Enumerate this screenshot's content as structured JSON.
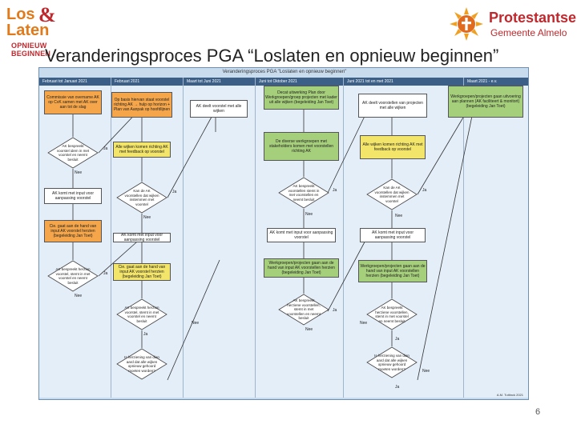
{
  "logo_left": {
    "word1": "Los",
    "amp": "&",
    "word2": "Laten",
    "tagline": "OPNIEUW BEGINNEN"
  },
  "logo_right": {
    "name": "Protestantse",
    "sub": "Gemeente Almelo"
  },
  "slide": {
    "title": "Veranderingsproces PGA “Loslaten en opnieuw beginnen”",
    "page_number": "6"
  },
  "diagram": {
    "header": "Veranderingsproces PGA \"Loslaten en opnieuw beginnen\"",
    "lanes": [
      {
        "label": "Februari tot Januari 2021"
      },
      {
        "label": "Februari 2021"
      },
      {
        "label": "Maart tot Juni 2021"
      },
      {
        "label": "Juni tot Oktober 2021"
      },
      {
        "label": "Juni 2021 tot en met 2021"
      },
      {
        "label": "Maart 2021 - e.v."
      }
    ],
    "nodes": {
      "l1_start": "Commissie van overname AK op CvK samen met AK over aan tot de slag",
      "l1_d1": "AK bespreekt voorstel idem in met voorstel en neemt besluit",
      "l1_b2": "AK komt met input voor aanpassing voorstel",
      "l1_b3": "Cie. gaat aan de hand van input AK voorstel herzien (begeleiding Jan Toet)",
      "l1_d2": "AK bespreekt herzien voorstel, stemt in met voorstel en neemt besluit",
      "l2_b1": "Op basis hiervan staat voorstel richting AK → hulp op horizon + Plan van Aanpak op hoofdlijnen",
      "l2_b2": "Alle wijken komen richting AK met feedback op voorstel",
      "l2_d1": "Kan de AK voorstellen dat wijken instemmen met voorstel",
      "l2_b3": "AK komt met input voor aanpassing voorstel",
      "l2_b4": "Cie. gaat aan de hand van input AK voorstel herzien (begeleiding Jan Toet)",
      "l2_d2": "AK bespreekt herzien voorstel, stemt in met voorstel en neemt besluit",
      "l2_d3": "Is herziening van dien aard dat alle wijken opnieuw gehoord moeten worden?",
      "l3_b1": "AK deelt voorstel met alle wijken",
      "l3_b2": "Decat uitwerking Plan door Werkgroepen/groep projecten met kader uit alle wijken (begeleiding Jan Toet)",
      "l3_b3": "De diverse werkgroepen met stakeholders komen met voorstellen richting AK",
      "l3_d1": "AK bespreekt voorstellen stemt in met voorstellen en neemt besluit",
      "l3_b4": "AK komt met input voor aanpassing voorstel",
      "l3_b5": "Werkgroepen/projecten gaan aan de hand van input AK voorstellen herzien (begeleiding Jan Toet)",
      "l3_d2": "AK bespreekt herziene voorstellen, stemt in met voorstellen en neemt besluit",
      "l4_b1": "AK deelt voorstellen van projecten met alle wijken",
      "l4_b2": "Alle wijken komen richting AK met feedback op voorstel",
      "l4_d1": "Kan de AK voorstellen dat wijken instemmen met voorstel",
      "l4_b3": "AK komt met input voor aanpassing voorstel",
      "l4_b4": "Werkgroepen/projecten gaan aan de hand van input AK voorstellen herzien (begeleiding Jan Toet)",
      "l4_d2": "AK bespreekt herziene voorstellen, stemt in met voorstel en neemt besluit",
      "l4_d3": "Is herziening van dien aard dat alle wijken opnieuw gehoord moeten worden?",
      "l5_b1": "Werkgroepen/projecten gaan uitvoering aan plannen (AK faciliteert & monitort) (begeleiding Jan Toet)"
    },
    "labels": {
      "ja": "Ja",
      "nee": "Nee"
    },
    "credit": "A.M. Tuttinck 2021"
  }
}
